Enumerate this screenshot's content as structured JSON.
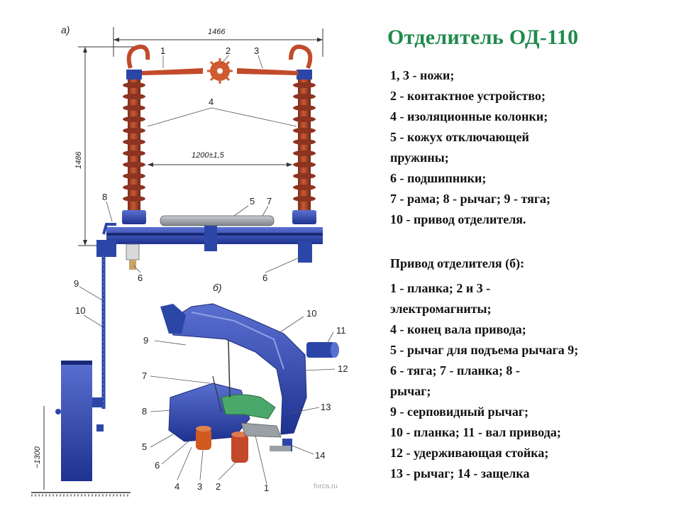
{
  "title": "Отделитель ОД-110",
  "legend_main": [
    "1, 3  -  ножи;",
    "2  -  контактное устройство;",
    "4  -  изоляционные колонки;",
    "5  -  кожух отключающей",
    "пружины;",
    "6  -  подшипники;",
    "7  -  рама;  8  -  рычаг;  9  -  тяга;",
    "10  -  привод отделителя."
  ],
  "drive_heading": "Привод отделителя (б):",
  "legend_drive": [
    "1  -  планка; 2 и 3  -",
    " электромагниты;",
    "4  -  конец вала привода;",
    "5  -  рычаг для подъема рычага 9;",
    "6  -  тяга;  7  -  планка;  8  -",
    " рычаг;",
    "9  -  серповидный рычаг;",
    "10  -  планка;  11  -  вал привода;",
    "12  -  удерживающая стойка;",
    "13  -  рычаг;  14  -  защелка"
  ],
  "drawing": {
    "section_a": "а)",
    "section_b": "б)",
    "dim_width": "1466",
    "dim_height": "1486",
    "dim_span": "1200±1,5",
    "dim_drive": "~1300",
    "watermark": "forca.ru",
    "labels_a": [
      "1",
      "2",
      "3",
      "4",
      "5",
      "7",
      "8",
      "6",
      "6",
      "9",
      "10"
    ],
    "labels_b": [
      "10",
      "11",
      "12",
      "13",
      "14",
      "9",
      "7",
      "8",
      "5",
      "6",
      "4",
      "3",
      "2",
      "1"
    ]
  },
  "colors": {
    "title": "#1f8a4c",
    "insulator": "#b5482e",
    "frame": "#2c46a8",
    "knife": "#c24a2a",
    "housing": "#9aa0a6",
    "lever_green": "#4aa86a"
  }
}
